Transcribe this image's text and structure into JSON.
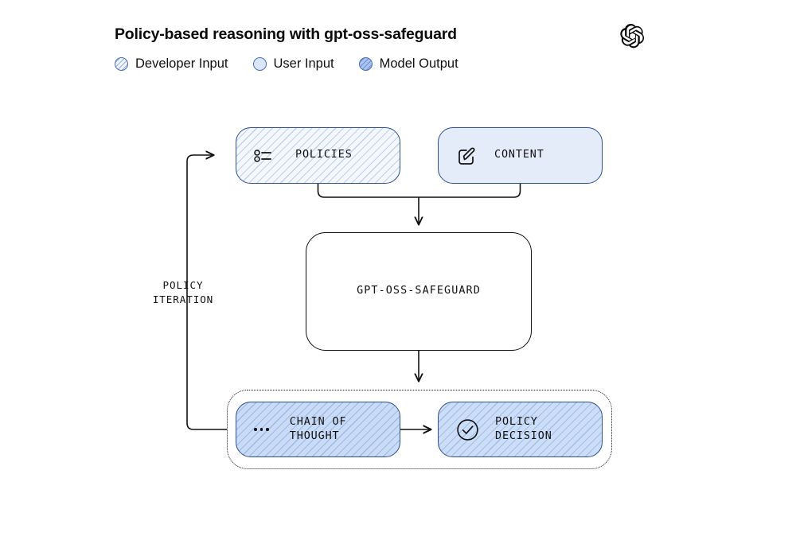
{
  "header": {
    "title": "Policy-based reasoning with gpt-oss-safeguard",
    "logo_icon": "openai-logo-icon"
  },
  "legend": {
    "items": [
      {
        "label": "Developer Input",
        "swatch": "hatched-light-circle",
        "color": "#eef3fc"
      },
      {
        "label": "User Input",
        "swatch": "solid-light-circle",
        "color": "#dbe6fa"
      },
      {
        "label": "Model Output",
        "swatch": "hatched-blue-circle",
        "color": "#a9c3ee"
      }
    ]
  },
  "diagram": {
    "nodes": {
      "policies": {
        "label": "POLICIES",
        "icon": "bullet-list-icon"
      },
      "content": {
        "label": "CONTENT",
        "icon": "pencil-square-icon"
      },
      "model": {
        "label": "GPT-OSS-SAFEGUARD",
        "icon": "none"
      },
      "chain_of_thought": {
        "label": "CHAIN OF\nTHOUGHT",
        "icon": "ellipsis-icon"
      },
      "policy_decision": {
        "label": "POLICY\nDECISION",
        "icon": "check-circle-icon"
      }
    },
    "loop_label": "POLICY\nITERATION",
    "colors": {
      "node_border": "#2f4f8f",
      "model_border": "#111111",
      "developer_fill": "#f4f8fe",
      "user_fill": "#e4ecfa",
      "model_output_fill": "#c9dbf6",
      "connector": "#111111"
    }
  }
}
